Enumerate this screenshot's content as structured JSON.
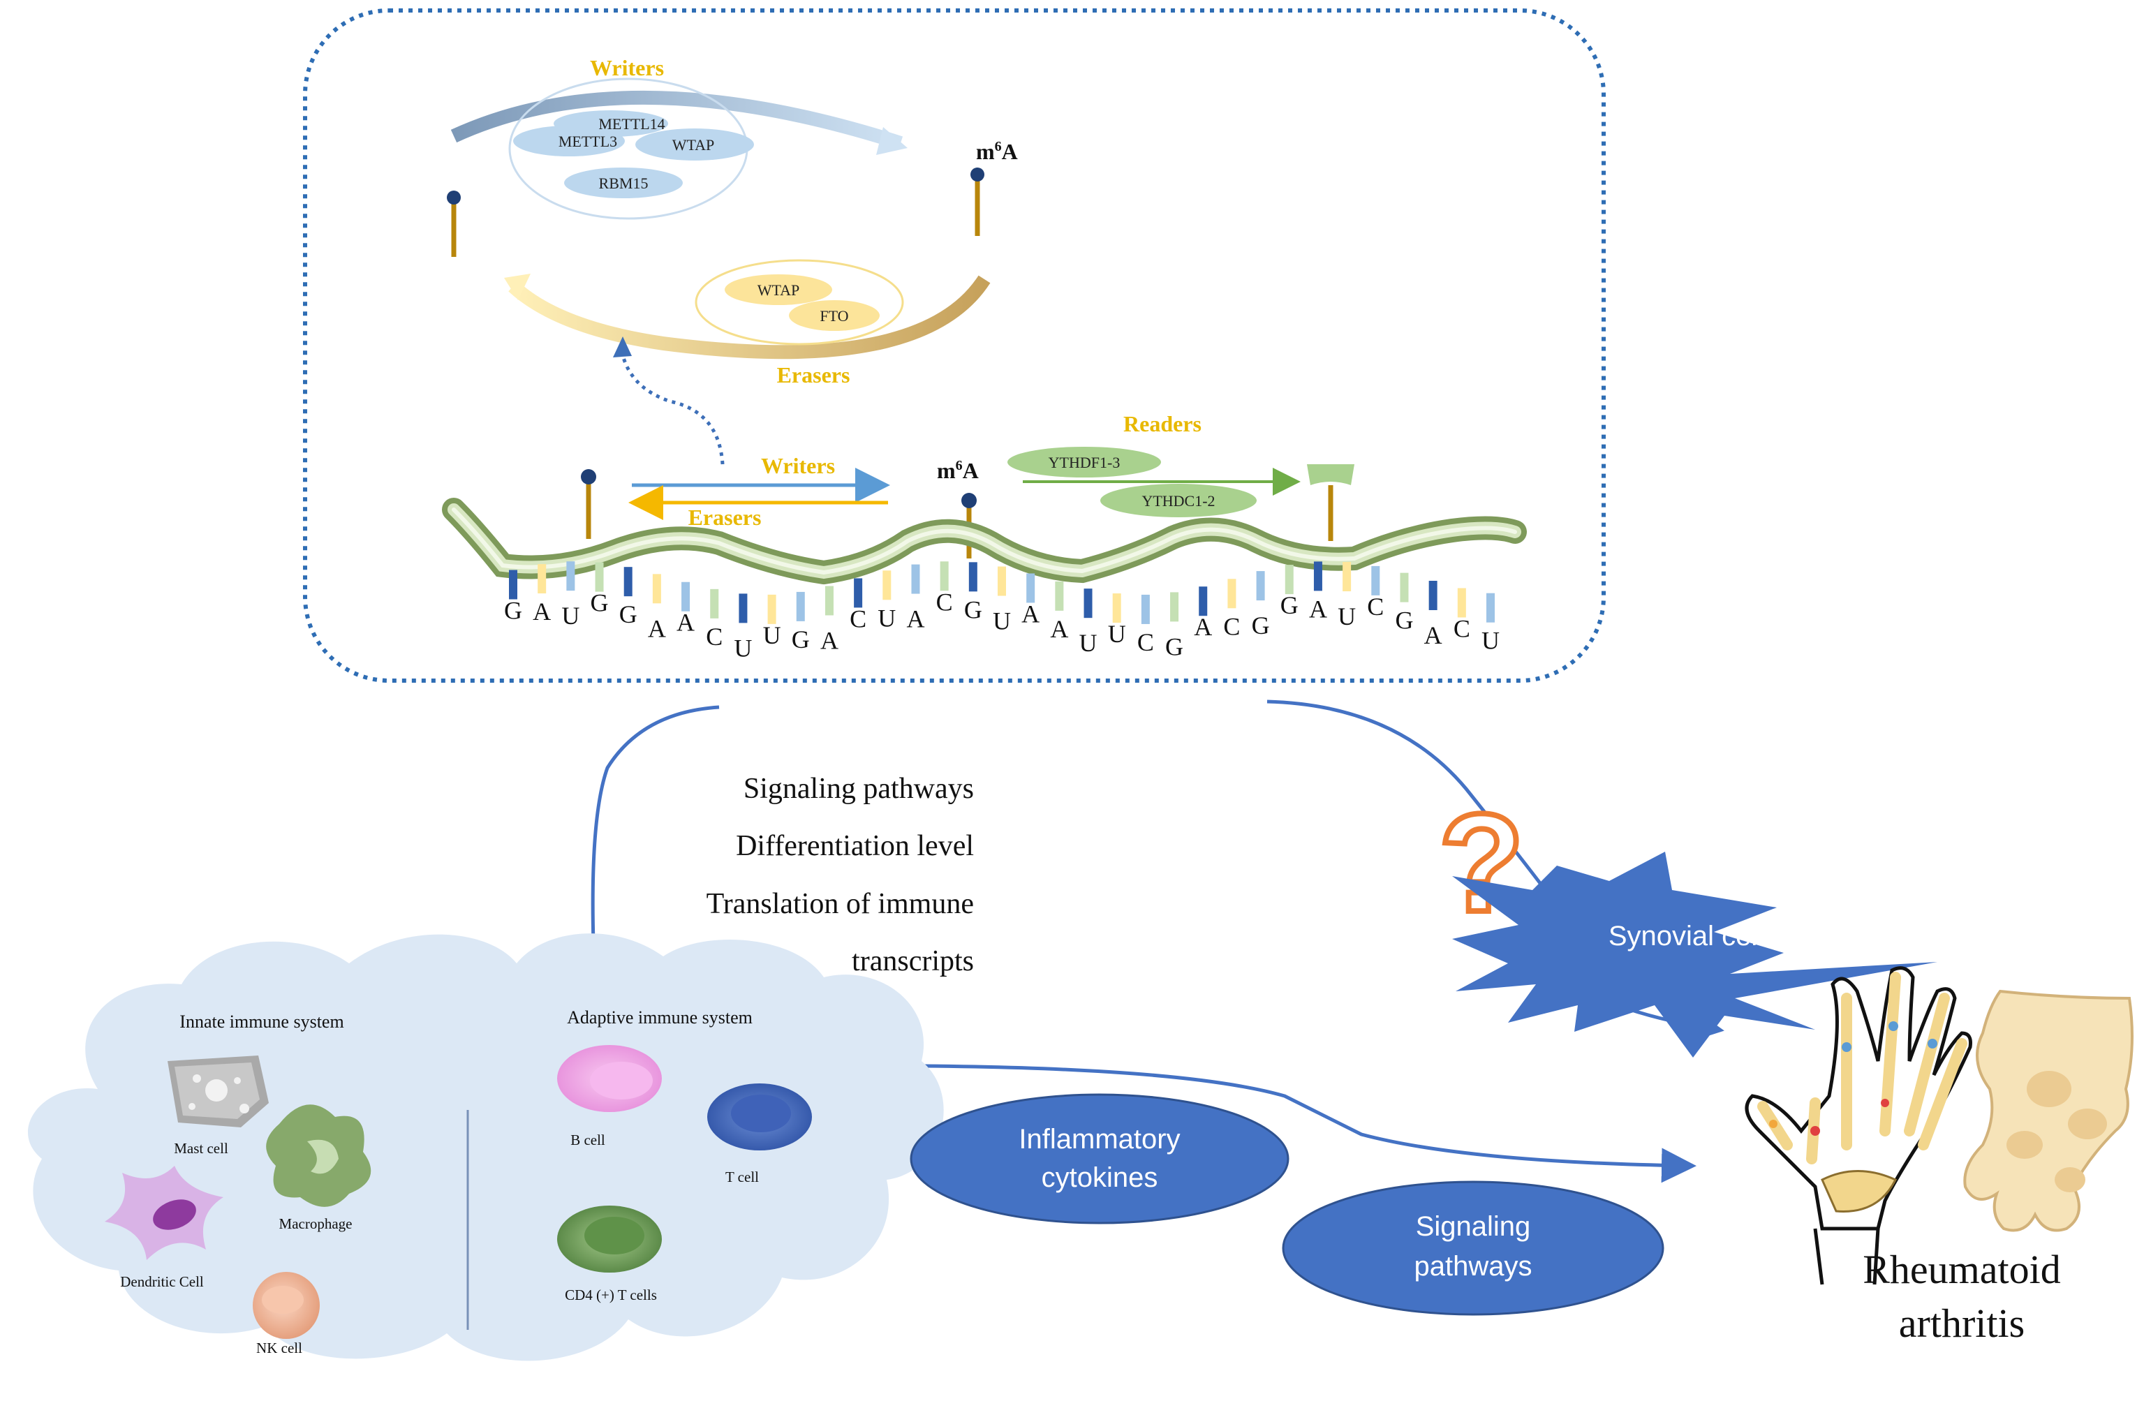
{
  "top_panel": {
    "writers_title": "Writers",
    "writers_proteins": [
      "METTL14",
      "METTL3",
      "WTAP",
      "RBM15"
    ],
    "erasers_title": "Erasers",
    "erasers_proteins": [
      "WTAP",
      "FTO"
    ],
    "m6a_label_top": "m",
    "m6a_sup": "6",
    "m6a_suffix": "A",
    "writers_arrow_label": "Writers",
    "erasers_arrow_label": "Erasers",
    "readers_title": "Readers",
    "readers_proteins": [
      "YTHDF1-3",
      "YTHDC1-2"
    ],
    "rna_bases": [
      "G",
      "A",
      "U",
      "G",
      "G",
      "A",
      "A",
      "C",
      "U",
      "U",
      "G",
      "A",
      "C",
      "U",
      "A",
      "C",
      "G",
      "U",
      "A",
      "A",
      "U",
      "U",
      "C",
      "G",
      "A",
      "C",
      "G",
      "G",
      "A",
      "U",
      "C",
      "G",
      "A",
      "C",
      "U"
    ]
  },
  "effects": {
    "lines": [
      "Signaling pathways",
      "Differentiation level",
      "Translation of  immune",
      "transcripts"
    ]
  },
  "immune": {
    "innate_title": "Innate immune system",
    "adaptive_title": "Adaptive immune system",
    "innate_cells": [
      "Mast cell",
      "Macrophage",
      "Dendritic Cell",
      "NK cell"
    ],
    "adaptive_cells": [
      "B cell",
      "T cell",
      "CD4 (+) T cells"
    ]
  },
  "mediators": {
    "inflammatory": [
      "Inflammatory",
      "cytokines"
    ],
    "signaling": [
      "Signaling",
      "pathways"
    ]
  },
  "synovial": {
    "label": "Synovial cells",
    "question": "?"
  },
  "outcome": {
    "line1": "Rheumatoid",
    "line2": "arthritis"
  },
  "colors": {
    "dotted_border": "#2E6DB4",
    "writers_gold": "#E8B800",
    "protein_blue": "#BCD7EE",
    "eraser_yellow": "#FCE49A",
    "reader_green": "#A9D18E",
    "rna_green": "#C5D9A8",
    "blue_shape": "#4472C4",
    "cloud": "#DCE8F5",
    "orange": "#ED7D31"
  }
}
